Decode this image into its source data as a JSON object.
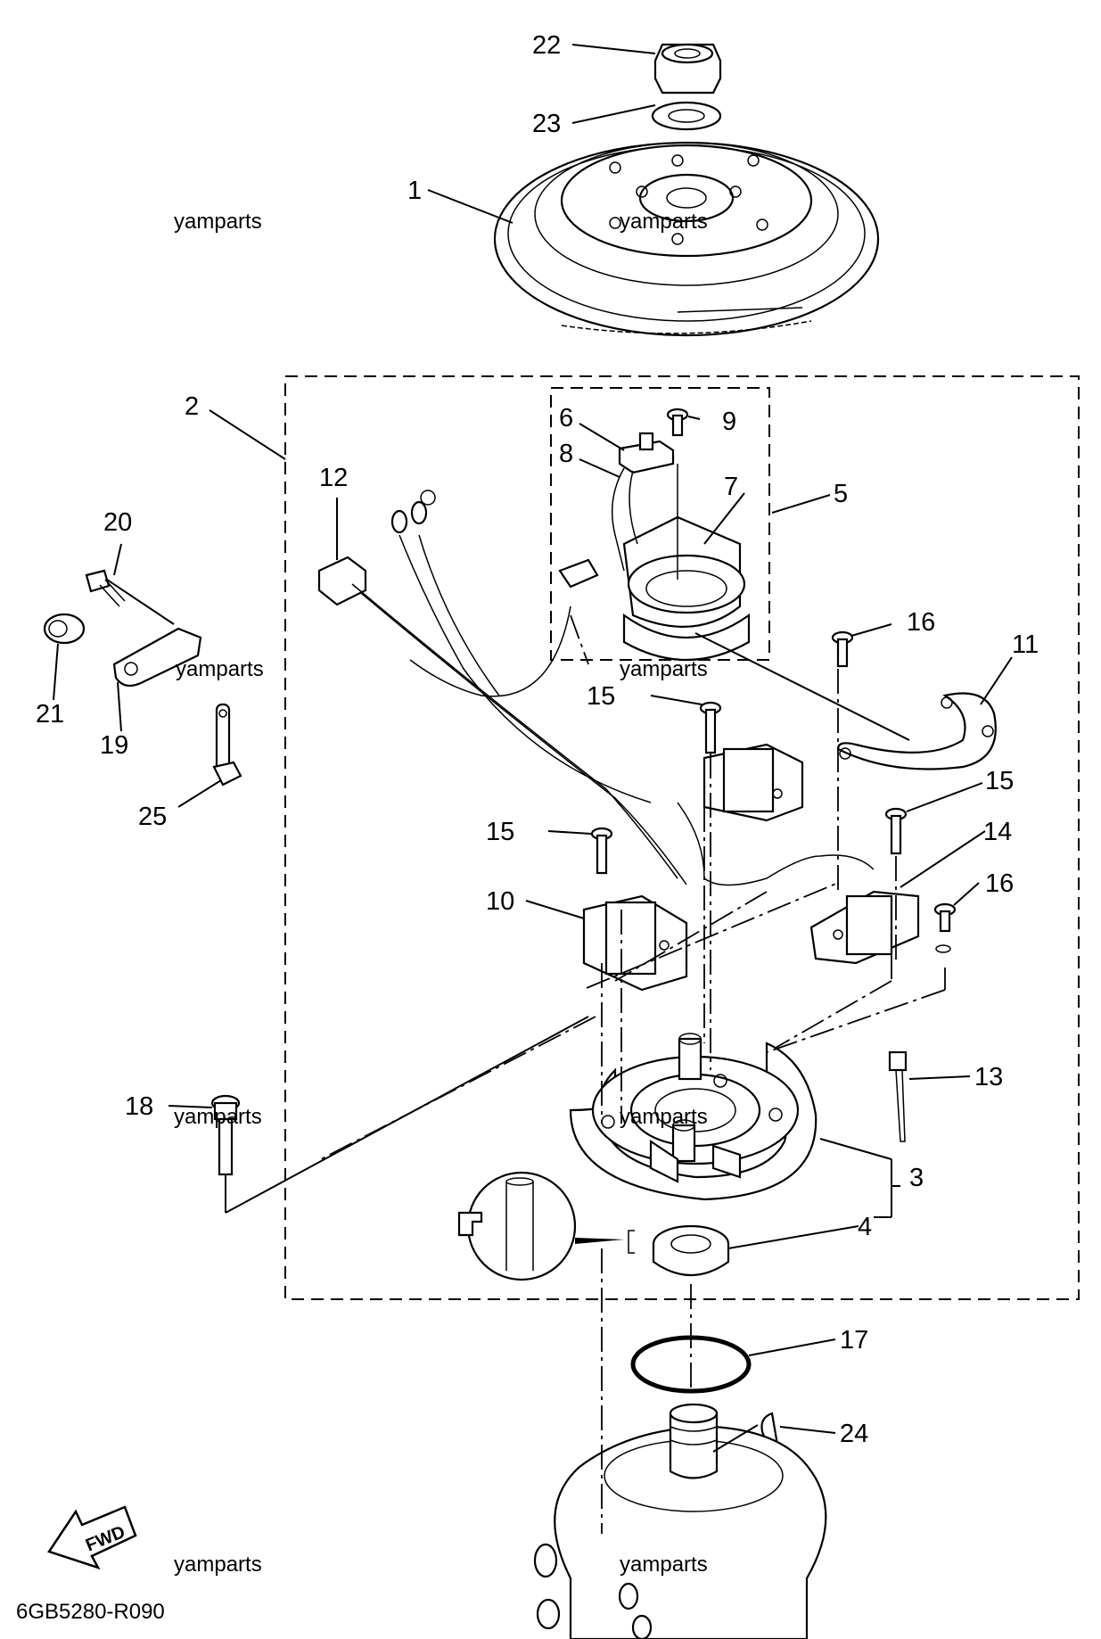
{
  "diagram_code": "6GB5280-R090",
  "watermark": "yamparts",
  "fwd_label": "FWD",
  "callouts": [
    {
      "id": "c1",
      "label": "1"
    },
    {
      "id": "c2",
      "label": "2"
    },
    {
      "id": "c3",
      "label": "3"
    },
    {
      "id": "c4",
      "label": "4"
    },
    {
      "id": "c5",
      "label": "5"
    },
    {
      "id": "c6",
      "label": "6"
    },
    {
      "id": "c7",
      "label": "7"
    },
    {
      "id": "c8",
      "label": "8"
    },
    {
      "id": "c9",
      "label": "9"
    },
    {
      "id": "c10",
      "label": "10"
    },
    {
      "id": "c11",
      "label": "11"
    },
    {
      "id": "c12",
      "label": "12"
    },
    {
      "id": "c13",
      "label": "13"
    },
    {
      "id": "c14",
      "label": "14"
    },
    {
      "id": "c15a",
      "label": "15"
    },
    {
      "id": "c15b",
      "label": "15"
    },
    {
      "id": "c15c",
      "label": "15"
    },
    {
      "id": "c16a",
      "label": "16"
    },
    {
      "id": "c16b",
      "label": "16"
    },
    {
      "id": "c17",
      "label": "17"
    },
    {
      "id": "c18",
      "label": "18"
    },
    {
      "id": "c19",
      "label": "19"
    },
    {
      "id": "c20",
      "label": "20"
    },
    {
      "id": "c21",
      "label": "21"
    },
    {
      "id": "c22",
      "label": "22"
    },
    {
      "id": "c23",
      "label": "23"
    },
    {
      "id": "c24",
      "label": "24"
    },
    {
      "id": "c25",
      "label": "25"
    }
  ]
}
